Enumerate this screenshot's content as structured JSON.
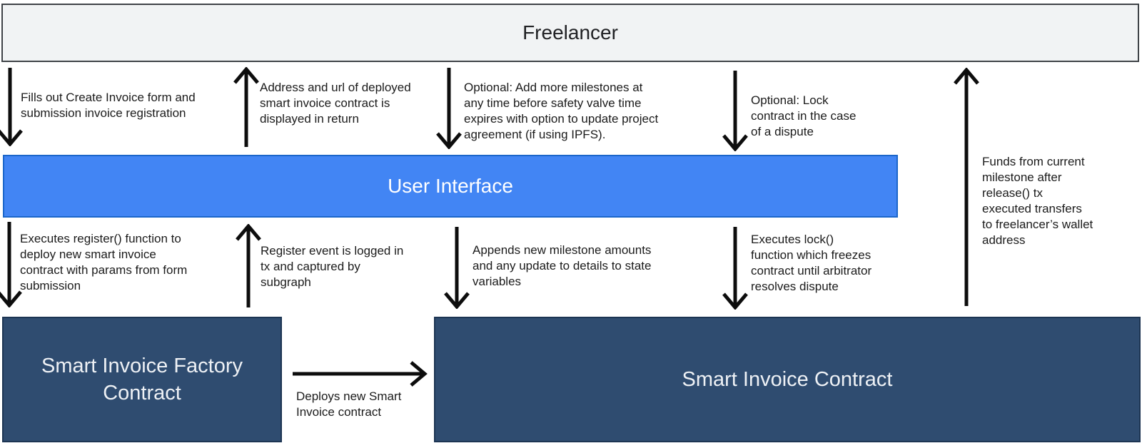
{
  "nodes": {
    "freelancer": {
      "label": "Freelancer"
    },
    "user_interface": {
      "label": "User Interface"
    },
    "factory_contract": {
      "label": "Smart Invoice Factory Contract"
    },
    "invoice_contract": {
      "label": "Smart Invoice Contract"
    }
  },
  "edges": {
    "fills_out_form": {
      "direction": "down",
      "label": "Fills out Create Invoice form and\nsubmission invoice registration"
    },
    "address_displayed": {
      "direction": "up",
      "label": "Address and url of deployed\nsmart invoice contract is\ndisplayed in return"
    },
    "add_milestones": {
      "direction": "down",
      "label": "Optional: Add more milestones at\nany time before safety valve time\nexpires with option to update project\nagreement (if using IPFS)."
    },
    "lock_contract": {
      "direction": "down",
      "label": "Optional: Lock\ncontract in the case\nof a dispute"
    },
    "funds_released": {
      "direction": "up",
      "label": "Funds from current\nmilestone after\nrelease() tx\nexecuted transfers\nto freelancer’s wallet\naddress"
    },
    "executes_register": {
      "direction": "down",
      "label": "Executes register() function to\ndeploy new smart invoice\ncontract with params from form\nsubmission"
    },
    "register_event": {
      "direction": "up",
      "label": "Register event is logged in\ntx and captured by\nsubgraph"
    },
    "appends_milestones": {
      "direction": "down",
      "label": "Appends new milestone amounts\nand any update to details to state\nvariables"
    },
    "executes_lock": {
      "direction": "down",
      "label": "Executes lock()\nfunction which freezes\ncontract until arbitrator\nresolves dispute"
    },
    "deploys_new_contract": {
      "direction": "right",
      "label": "Deploys new Smart\nInvoice contract"
    }
  },
  "colors": {
    "freelancer_fill": "#f1f3f4",
    "freelancer_border": "#3f4347",
    "ui_fill": "#4285f4",
    "ui_border": "#1b66ca",
    "contract_fill": "#2f4c70",
    "contract_border": "#1d3553",
    "arrow": "#0d0d0d",
    "label_text": "#1b1b1b",
    "node_text_light": "#eef1f5",
    "node_text_dark": "#202124"
  }
}
